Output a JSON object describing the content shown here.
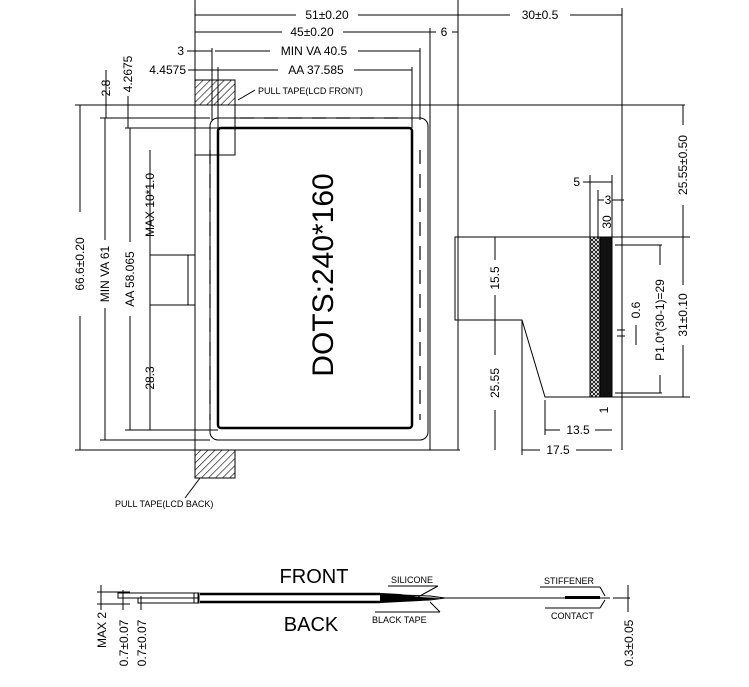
{
  "top_dims": {
    "overall_width": "51±0.20",
    "glass_width": "45±0.20",
    "offset_6": "6",
    "fpc_width": "30±0.5",
    "va_offset": "3",
    "aa_offset": "4.4575",
    "min_va": "MIN VA 40.5",
    "aa": "AA 37.585"
  },
  "left_dims": {
    "top_2_8": "2.8",
    "top_4_2675": "4.2675",
    "overall_height": "66.6±0.20",
    "min_va": "MIN VA 61",
    "aa": "AA 58.065",
    "connector": "MAX 10*1.0",
    "offset_28_3": "28.3"
  },
  "labels": {
    "pull_tape_front": "PULL TAPE(LCD FRONT)",
    "pull_tape_back": "PULL TAPE(LCD BACK)",
    "dots": "DOTS:240*160"
  },
  "fpc_dims": {
    "d5": "5",
    "d3": "3",
    "d30": "30",
    "d25_55_pm": "25.55±0.50",
    "d15_5": "15.5",
    "d25_55": "25.55",
    "pitch": "P1.0*(30-1)=29",
    "d0_6": "0.6",
    "d31": "31±0.10",
    "d1": "1",
    "d13_5": "13.5",
    "d17_5": "17.5"
  },
  "side_view": {
    "front": "FRONT",
    "back": "BACK",
    "silicone": "SILICONE",
    "black_tape": "BLACK TAPE",
    "stiffener": "STIFFENER",
    "contact": "CONTACT",
    "max2": "MAX 2",
    "t1": "0.7±0.07",
    "t2": "0.7±0.07",
    "t3": "0.3±0.05"
  }
}
